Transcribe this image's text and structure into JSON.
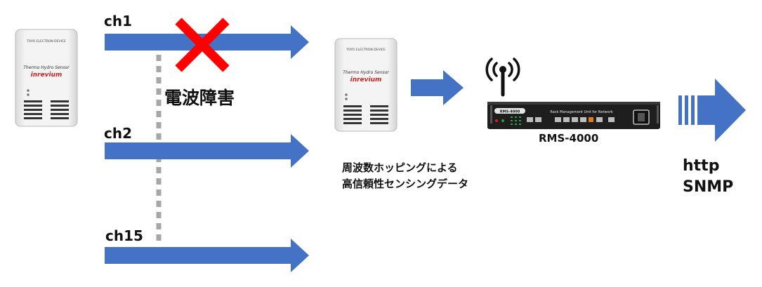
{
  "channels": {
    "ch1": "ch1",
    "ch2": "ch2",
    "ch15": "ch15"
  },
  "interference_label": "電波障害",
  "sensor": {
    "brand_top": "TOYO ELECTRON DEVICE",
    "product_name": "Thermo Hydro Sensor",
    "brand": "inrevium"
  },
  "receiver_note": [
    "周波数ホッピングによる",
    "高信頼性センシングデータ"
  ],
  "device": {
    "model": "RMS-4000",
    "panel_title": "Rack Management Unit for Network",
    "panel_badge": "RMS-4000"
  },
  "protocols": [
    "http",
    "SNMP"
  ],
  "colors": {
    "arrow": "#4472c4",
    "cross": "#ff0000",
    "dotted": "#a6a6a6",
    "device_body": "#1e1e1e",
    "brand_red": "#d62020"
  },
  "icons": [
    "wireless-antenna-icon",
    "cross-icon"
  ]
}
